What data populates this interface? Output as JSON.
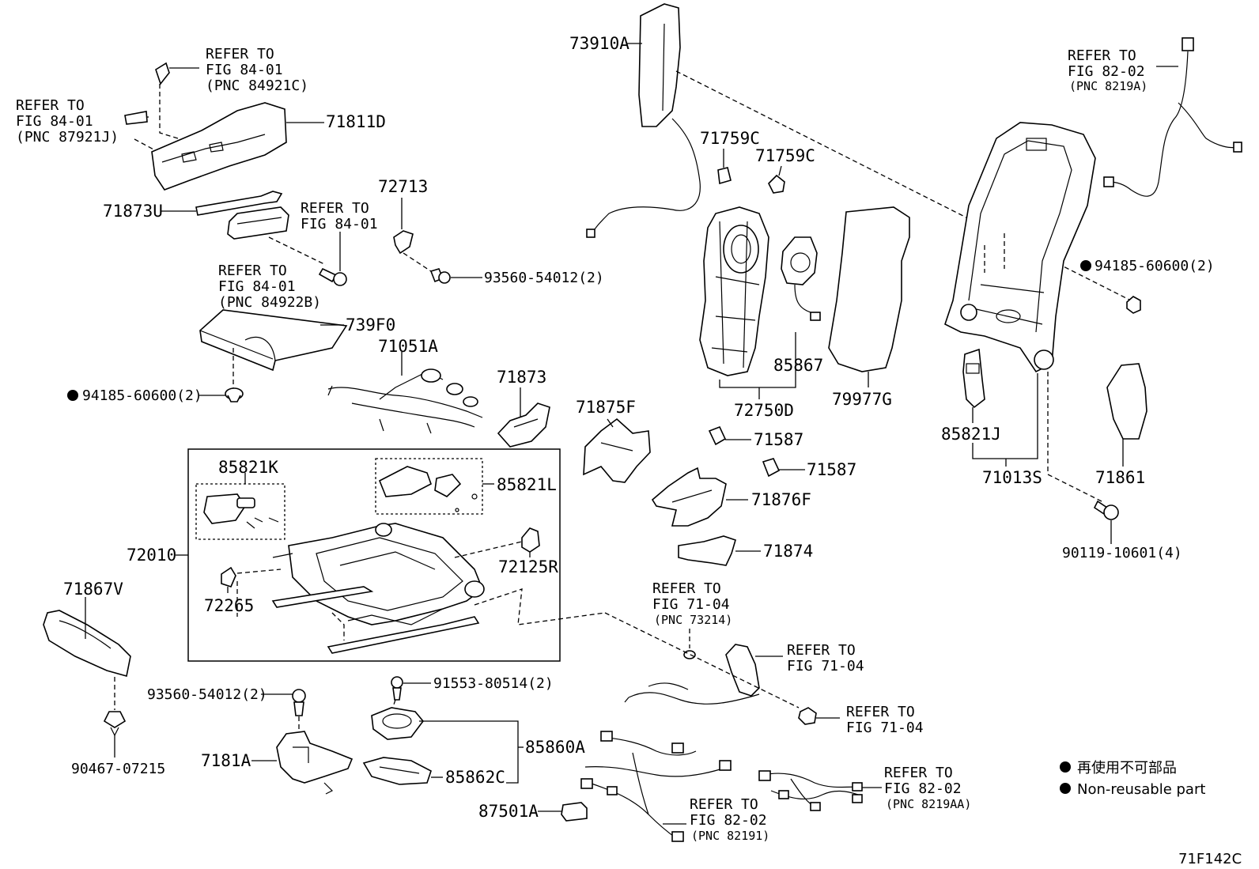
{
  "diagram": {
    "figure_code": "71F142C",
    "legend": {
      "japanese": "再使用不可部品",
      "english": "Non-reusable part"
    },
    "refer": {
      "r1": [
        "REFER TO",
        "FIG 84-01",
        "(PNC 84921C)"
      ],
      "r2": [
        "REFER TO",
        "FIG 84-01",
        "(PNC 87921J)"
      ],
      "r3": [
        "REFER TO",
        "FIG 84-01"
      ],
      "r4": [
        "REFER TO",
        "FIG 84-01",
        "(PNC 84922B)"
      ],
      "r5": [
        "REFER TO",
        "FIG 82-02",
        "(PNC 8219A)"
      ],
      "r6": [
        "REFER TO",
        "FIG 71-04",
        "(PNC 73214)"
      ],
      "r7": [
        "REFER TO",
        "FIG 71-04"
      ],
      "r8": [
        "REFER TO",
        "FIG 71-04"
      ],
      "r9": [
        "REFER TO",
        "FIG 82-02",
        "(PNC 8219AA)"
      ],
      "r10": [
        "REFER TO",
        "FIG 82-02",
        "(PNC 82191)"
      ]
    },
    "parts": {
      "p71811D": "71811D",
      "p71873U": "71873U",
      "p72713": "72713",
      "p93560a": "93560-54012(2)",
      "p739F0": "739F0",
      "p94185a": "94185-60600(2)",
      "p71051A": "71051A",
      "p71873": "71873",
      "p85821K": "85821K",
      "p85821L": "85821L",
      "p72010": "72010",
      "p72125R": "72125R",
      "p72265": "72265",
      "p71867V": "71867V",
      "p93560b": "93560-54012(2)",
      "p90467": "90467-07215",
      "p7181A": "7181A",
      "p91553": "91553-80514(2)",
      "p85860A": "85860A",
      "p85862C": "85862C",
      "p87501A": "87501A",
      "p73910A": "73910A",
      "p71759C1": "71759C",
      "p71759C2": "71759C",
      "p85867": "85867",
      "p72750D": "72750D",
      "p79977G": "79977G",
      "p71875F": "71875F",
      "p71587a": "71587",
      "p71587b": "71587",
      "p71876F": "71876F",
      "p71874": "71874",
      "p94185b": "94185-60600(2)",
      "p85821J": "85821J",
      "p71013S": "71013S",
      "p71861": "71861",
      "p90119": "90119-10601(4)"
    }
  }
}
